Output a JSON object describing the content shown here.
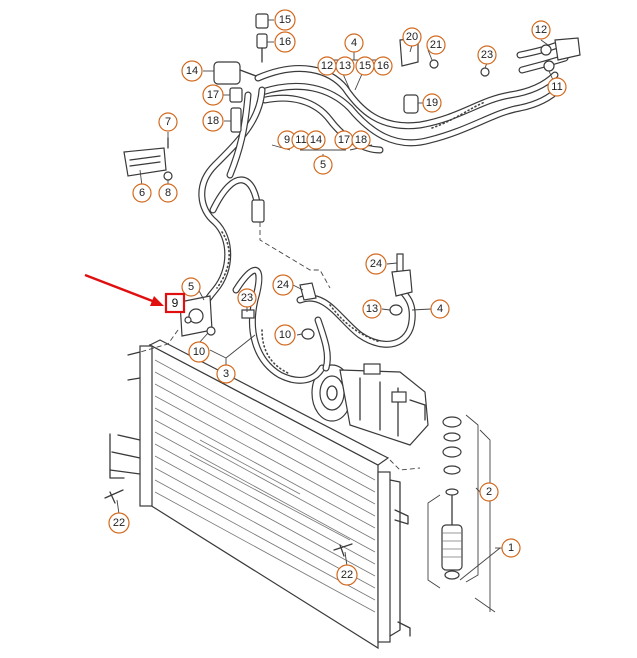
{
  "callouts": {
    "c15": "15",
    "c16": "16",
    "c14": "14",
    "c17": "17",
    "c18": "18",
    "c7": "7",
    "c6": "6",
    "c8": "8",
    "c4a": "4",
    "c12a": "12",
    "c13a": "13",
    "c15b": "15",
    "c16b": "16",
    "c20": "20",
    "c21": "21",
    "c19": "19",
    "c23a": "23",
    "c12b": "12",
    "c11a": "11",
    "c9a": "9",
    "c11b": "11",
    "c14b": "14",
    "c17b": "17",
    "c18b": "18",
    "c5a": "5",
    "c24a": "24",
    "c13b": "13",
    "c4b": "4",
    "c5b": "5",
    "c23b": "23",
    "c24b": "24",
    "c10a": "10",
    "c10b": "10",
    "c3": "3",
    "c2": "2",
    "c1": "1",
    "c22a": "22",
    "c22b": "22"
  },
  "highlight": {
    "label": "9",
    "color": "#e01010"
  },
  "colors": {
    "callout_ring": "#d2691e",
    "line": "#3a3a3a",
    "arrow": "#e01010"
  }
}
